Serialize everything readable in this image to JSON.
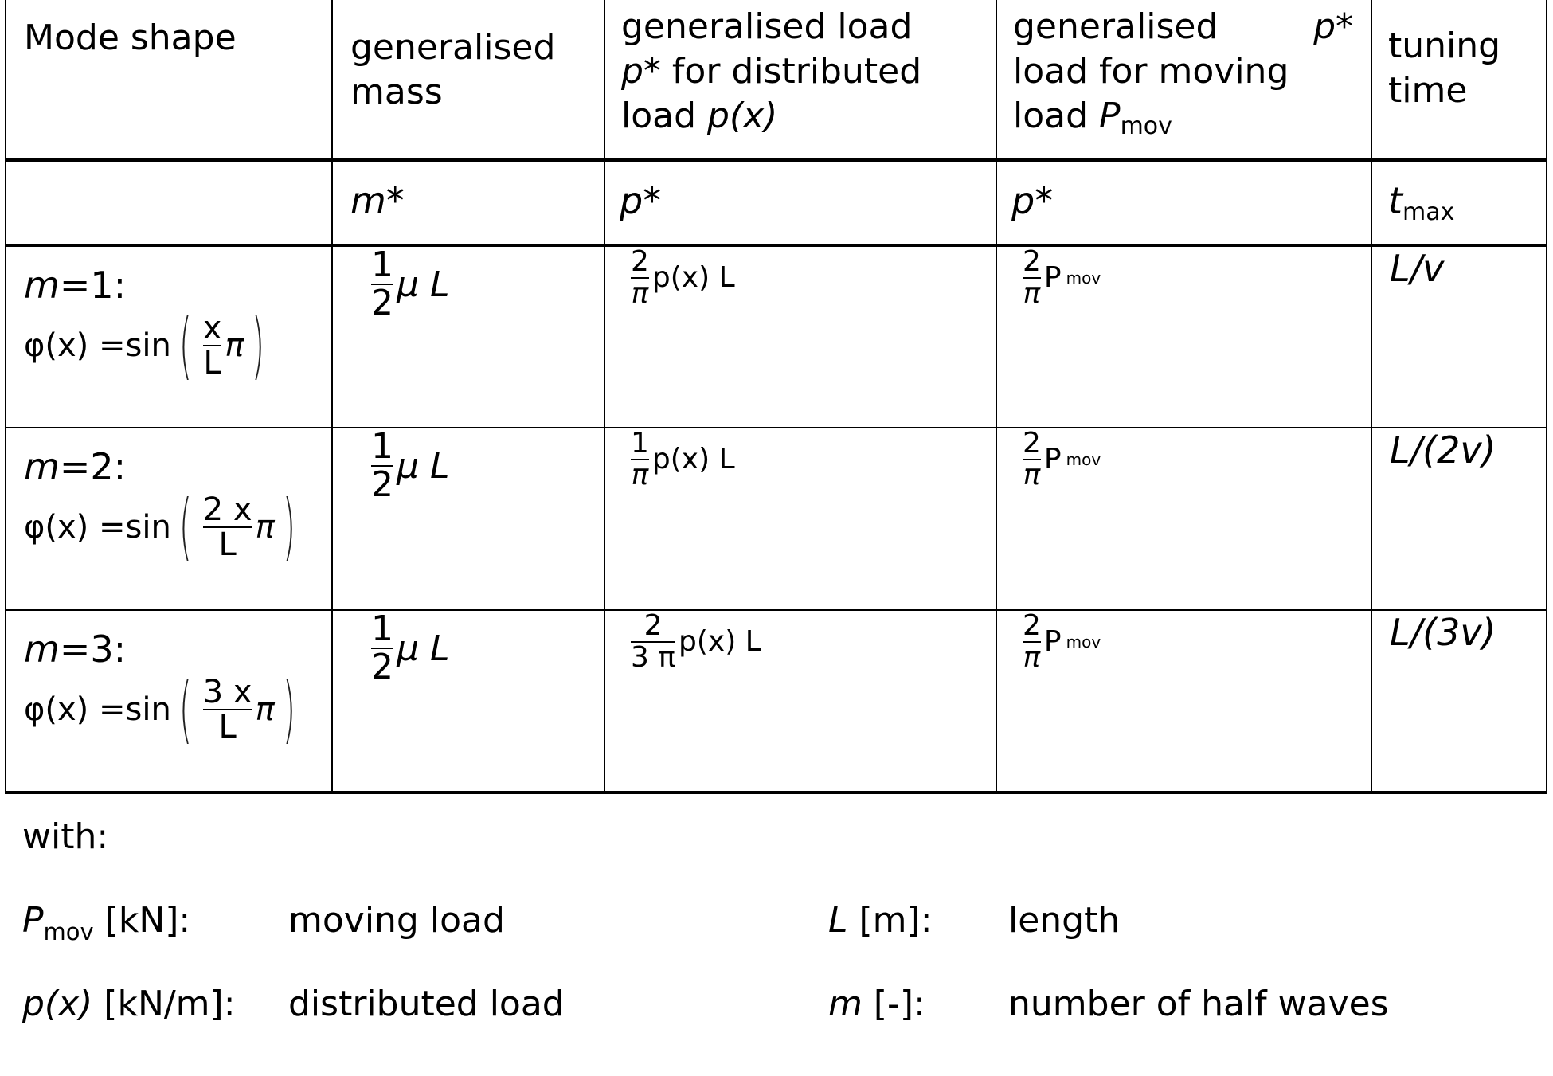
{
  "table": {
    "headers": {
      "mode_shape": "Mode shape",
      "mass": "generalised mass",
      "distributed": {
        "text": "generalised load",
        "line2_sym": "p*",
        "line2_rest": " for distributed",
        "line3_text": "load ",
        "line3_sym": "p(x)"
      },
      "moving": {
        "line1_text": "generalised",
        "line1_sym": "p*",
        "line2_text": "load for moving",
        "line3_text": "load ",
        "line3_sym": "P",
        "line3_sub": "mov"
      },
      "tuning": "tuning time"
    },
    "symbols": {
      "mass": "m*",
      "distributed": "p*",
      "moving": "p*",
      "tuning_base": "t",
      "tuning_sub": "max"
    },
    "rows": [
      {
        "mode_label": "m=1:",
        "mode_m": "m",
        "mode_eq": "=1:",
        "phi_lhs": "φ(x) =sin",
        "phi_num": "x",
        "phi_den": "L",
        "phi_tail": "π",
        "mass_num": "1",
        "mass_den": "2",
        "mass_tail": "μ L",
        "dist_num": "2",
        "dist_den": "π",
        "dist_tail": "p(x) L",
        "mov_num": "2",
        "mov_den": "π",
        "mov_base": "P",
        "mov_sub": "mov",
        "time": "L/v"
      },
      {
        "mode_label": "m=2:",
        "mode_m": "m",
        "mode_eq": "=2:",
        "phi_lhs": "φ(x) =sin",
        "phi_num": "2 x",
        "phi_den": "L",
        "phi_tail": "π",
        "mass_num": "1",
        "mass_den": "2",
        "mass_tail": "μ L",
        "dist_num": "1",
        "dist_den": "π",
        "dist_tail": "p(x) L",
        "mov_num": "2",
        "mov_den": "π",
        "mov_base": "P",
        "mov_sub": "mov",
        "time": "L/(2v)"
      },
      {
        "mode_label": "m=3:",
        "mode_m": "m",
        "mode_eq": "=3:",
        "phi_lhs": "φ(x) =sin",
        "phi_num": "3 x",
        "phi_den": "L",
        "phi_tail": "π",
        "mass_num": "1",
        "mass_den": "2",
        "mass_tail": "μ L",
        "dist_num": "2",
        "dist_den": "3 π",
        "dist_tail": "p(x) L",
        "mov_num": "2",
        "mov_den": "π",
        "mov_base": "P",
        "mov_sub": "mov",
        "time": "L/(3v)"
      }
    ]
  },
  "legend": {
    "intro": "with:",
    "items": [
      {
        "sym": "P",
        "sub": "mov",
        "unit": " [kN]:",
        "desc": "moving load"
      },
      {
        "sym": "p(x)",
        "sub": "",
        "unit": " [kN/m]:",
        "desc": "distributed load"
      },
      {
        "sym": "L",
        "sub": "",
        "unit": " [m]:",
        "desc": "length"
      },
      {
        "sym": "m",
        "sub": "",
        "unit": " [-]:",
        "desc": "number of half waves"
      }
    ]
  }
}
